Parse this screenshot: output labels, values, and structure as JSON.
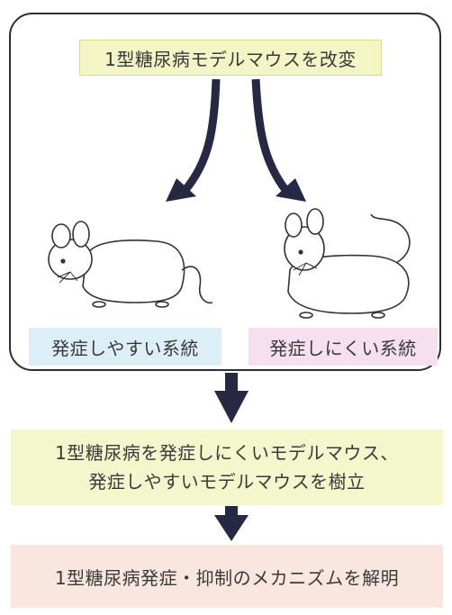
{
  "top": {
    "label": "1型糖尿病モデルマウスを改変"
  },
  "strains": {
    "prone": "発症しやすい系統",
    "resistant": "発症しにくい系統"
  },
  "result": {
    "line1": "1型糖尿病を発症しにくいモデルマウス、",
    "line2": "発症しやすいモデルマウスを樹立"
  },
  "goal": {
    "label": "1型糖尿病発症・抑制のメカニズムを解明"
  },
  "colors": {
    "arrow": "#262844",
    "top_box": "#f3f5c4",
    "prone_box": "#dceef6",
    "resistant_box": "#f6dfee",
    "result_box": "#f4f6cc",
    "goal_box": "#f8e6df"
  }
}
